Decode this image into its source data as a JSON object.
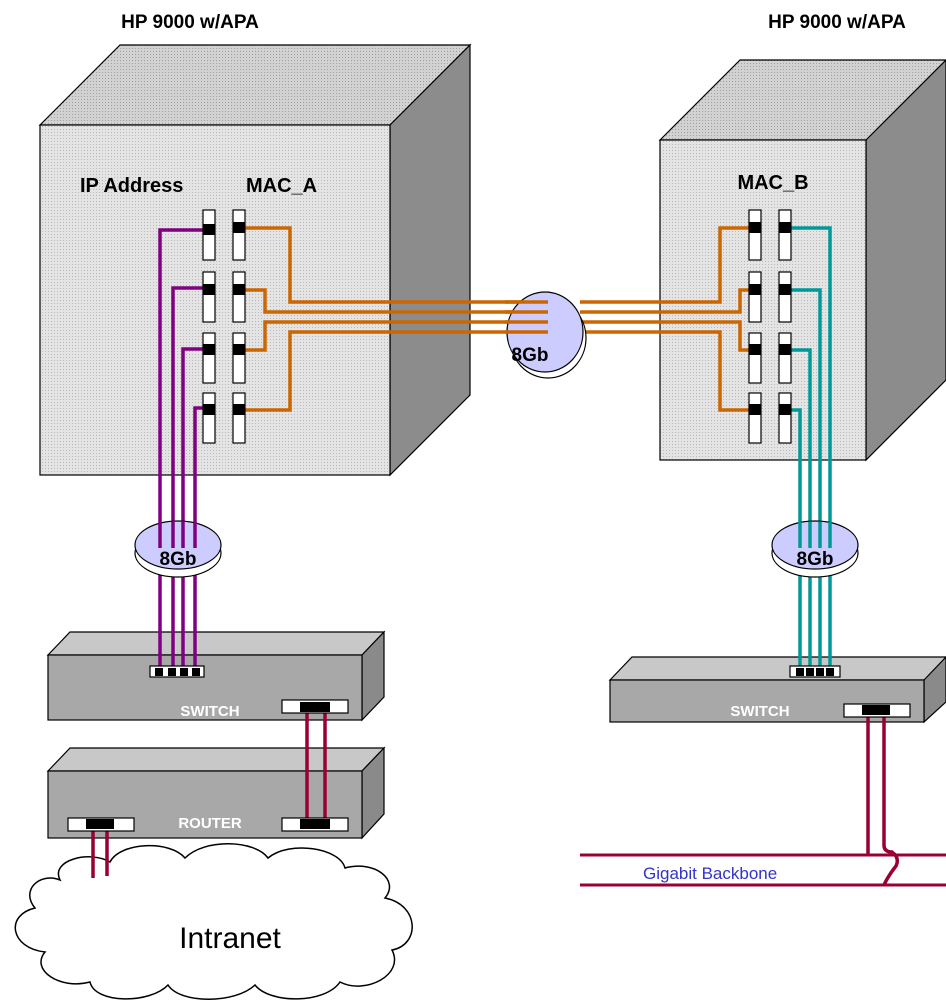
{
  "servers": {
    "left": {
      "title": "HP 9000 w/APA",
      "label_ip": "IP Address",
      "label_mac": "MAC_A"
    },
    "right": {
      "title": "HP 9000 w/APA",
      "label_mac": "MAC_B"
    }
  },
  "aggregates": {
    "center": "8Gb",
    "left": "8Gb",
    "right": "8Gb"
  },
  "devices": {
    "left_switch": "SWITCH",
    "router": "ROUTER",
    "right_switch": "SWITCH"
  },
  "cloud": "Intranet",
  "backbone": "Gigabit Backbone",
  "colors": {
    "purple_link": "#800080",
    "orange_link": "#cc6600",
    "teal_link": "#009999",
    "red_link": "#990033",
    "server_front": "#dcdcdc",
    "server_top": "#c0c0c0",
    "server_side": "#8c8c8c",
    "device_front": "#a8a8a8",
    "device_top": "#c8c8c8",
    "device_side": "#8a8a8a",
    "disk_fill": "#ccccff",
    "backbone_text": "#3333cc"
  }
}
